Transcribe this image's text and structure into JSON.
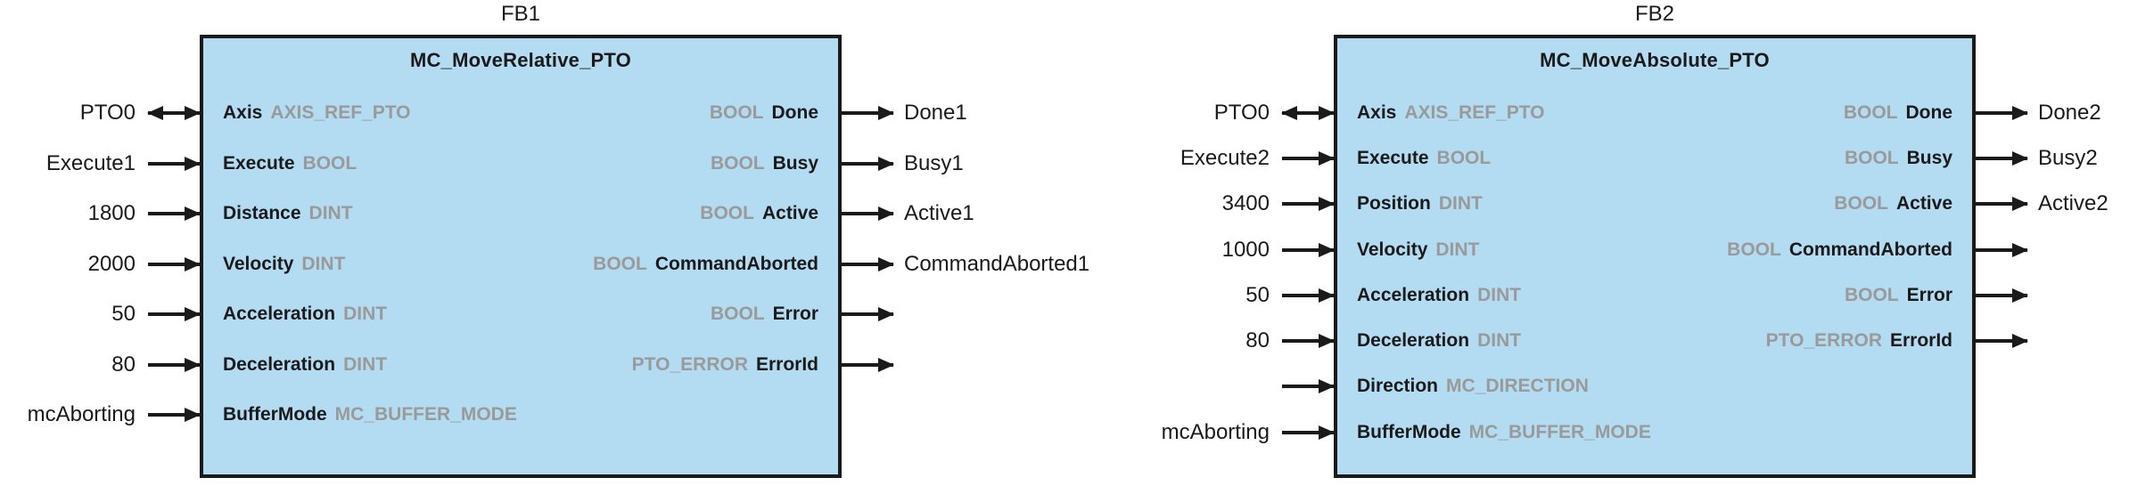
{
  "colors": {
    "ink": "#1a1a1a",
    "block_fill": "#b3dbf2",
    "type_text": "#9a9a9a",
    "background": "#ffffff"
  },
  "blocks": [
    {
      "caption": "FB1",
      "title": "MC_MoveRelative_PTO",
      "rows": [
        {
          "ext_in": "PTO0",
          "in_dir": "inout",
          "in_name": "Axis",
          "in_type": "AXIS_REF_PTO",
          "out": true,
          "out_type": "BOOL",
          "out_name": "Done",
          "ext_out": "Done1"
        },
        {
          "ext_in": "Execute1",
          "in_dir": "in",
          "in_name": "Execute",
          "in_type": "BOOL",
          "out": true,
          "out_type": "BOOL",
          "out_name": "Busy",
          "ext_out": "Busy1"
        },
        {
          "ext_in": "1800",
          "in_dir": "in",
          "in_name": "Distance",
          "in_type": "DINT",
          "out": true,
          "out_type": "BOOL",
          "out_name": "Active",
          "ext_out": "Active1"
        },
        {
          "ext_in": "2000",
          "in_dir": "in",
          "in_name": "Velocity",
          "in_type": "DINT",
          "out": true,
          "out_type": "BOOL",
          "out_name": "CommandAborted",
          "ext_out": "CommandAborted1"
        },
        {
          "ext_in": "50",
          "in_dir": "in",
          "in_name": "Acceleration",
          "in_type": "DINT",
          "out": true,
          "out_type": "BOOL",
          "out_name": "Error",
          "ext_out": ""
        },
        {
          "ext_in": "80",
          "in_dir": "in",
          "in_name": "Deceleration",
          "in_type": "DINT",
          "out": true,
          "out_type": "PTO_ERROR",
          "out_name": "ErrorId",
          "ext_out": ""
        },
        {
          "ext_in": "mcAborting",
          "in_dir": "in",
          "in_name": "BufferMode",
          "in_type": "MC_BUFFER_MODE",
          "out": false,
          "out_type": "",
          "out_name": "",
          "ext_out": ""
        }
      ]
    },
    {
      "caption": "FB2",
      "title": "MC_MoveAbsolute_PTO",
      "rows": [
        {
          "ext_in": "PTO0",
          "in_dir": "inout",
          "in_name": "Axis",
          "in_type": "AXIS_REF_PTO",
          "out": true,
          "out_type": "BOOL",
          "out_name": "Done",
          "ext_out": "Done2"
        },
        {
          "ext_in": "Execute2",
          "in_dir": "in",
          "in_name": "Execute",
          "in_type": "BOOL",
          "out": true,
          "out_type": "BOOL",
          "out_name": "Busy",
          "ext_out": "Busy2"
        },
        {
          "ext_in": "3400",
          "in_dir": "in",
          "in_name": "Position",
          "in_type": "DINT",
          "out": true,
          "out_type": "BOOL",
          "out_name": "Active",
          "ext_out": "Active2"
        },
        {
          "ext_in": "1000",
          "in_dir": "in",
          "in_name": "Velocity",
          "in_type": "DINT",
          "out": true,
          "out_type": "BOOL",
          "out_name": "CommandAborted",
          "ext_out": ""
        },
        {
          "ext_in": "50",
          "in_dir": "in",
          "in_name": "Acceleration",
          "in_type": "DINT",
          "out": true,
          "out_type": "BOOL",
          "out_name": "Error",
          "ext_out": ""
        },
        {
          "ext_in": "80",
          "in_dir": "in",
          "in_name": "Deceleration",
          "in_type": "DINT",
          "out": true,
          "out_type": "PTO_ERROR",
          "out_name": "ErrorId",
          "ext_out": ""
        },
        {
          "ext_in": "",
          "in_dir": "in",
          "in_name": "Direction",
          "in_type": "MC_DIRECTION",
          "out": false,
          "out_type": "",
          "out_name": "",
          "ext_out": ""
        },
        {
          "ext_in": "mcAborting",
          "in_dir": "in",
          "in_name": "BufferMode",
          "in_type": "MC_BUFFER_MODE",
          "out": false,
          "out_type": "",
          "out_name": "",
          "ext_out": ""
        }
      ]
    }
  ]
}
